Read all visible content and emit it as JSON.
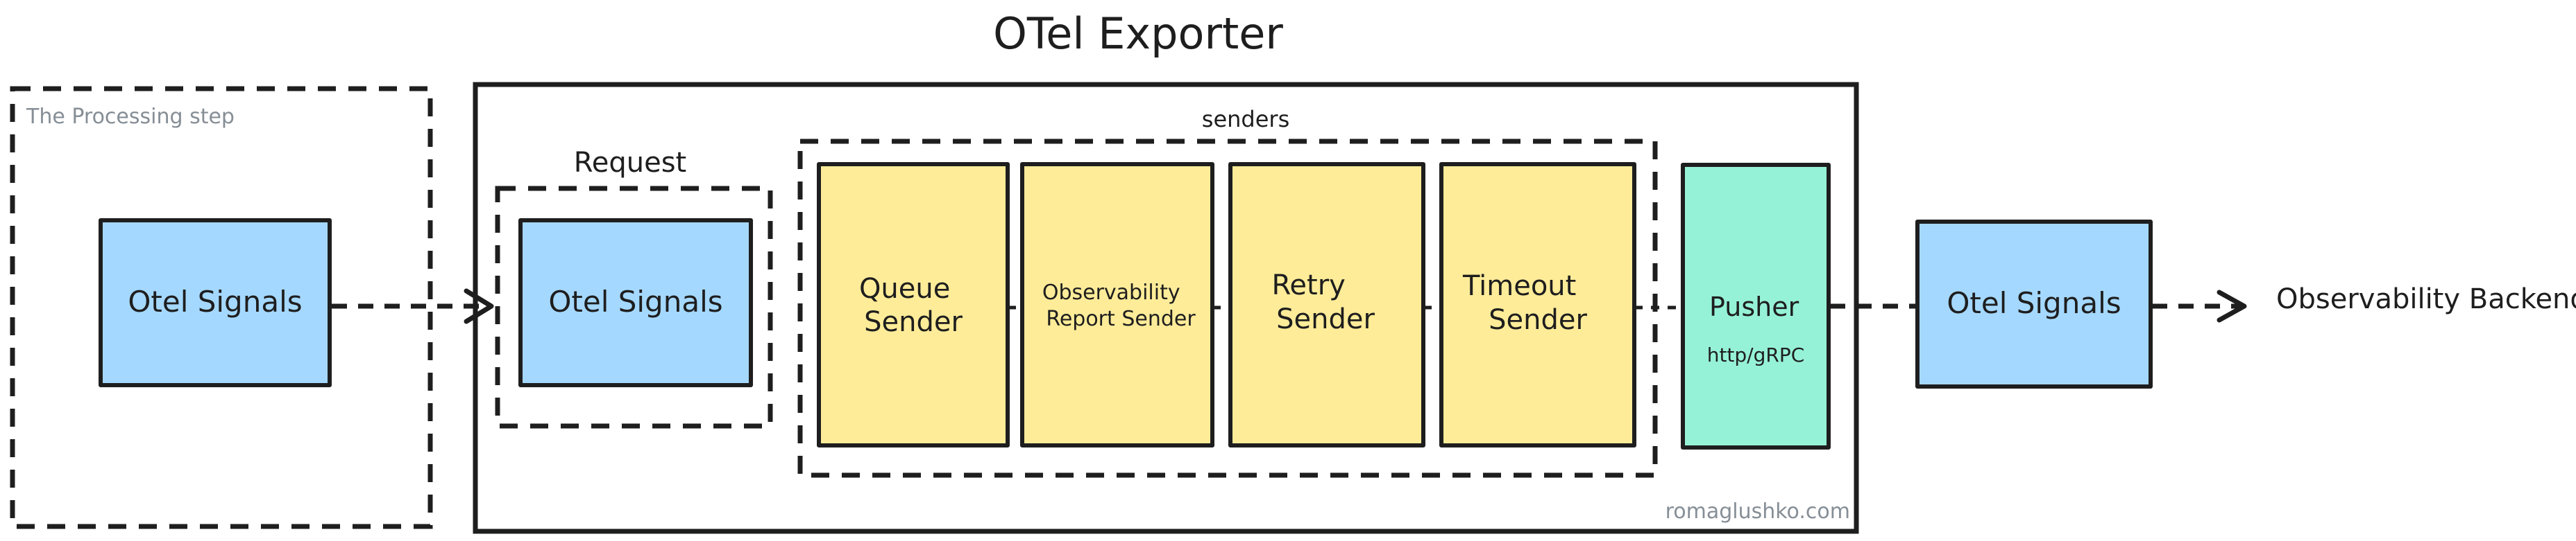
{
  "title": "OTel Exporter",
  "processing_step": {
    "label": "The Processing step",
    "signals_label": "Otel Signals"
  },
  "exporter": {
    "request": {
      "label": "Request",
      "signals_label": "Otel Signals"
    },
    "senders": {
      "label": "senders",
      "items": [
        {
          "line1": "Queue",
          "line2": "Sender"
        },
        {
          "line1": "Observability",
          "line2": "Report Sender"
        },
        {
          "line1": "Retry",
          "line2": "Sender"
        },
        {
          "line1": "Timeout",
          "line2": "Sender"
        }
      ]
    },
    "pusher": {
      "label": "Pusher",
      "protocol": "http/gRPC"
    },
    "watermark": "romaglushko.com"
  },
  "output_signals_label": "Otel Signals",
  "backend_label": "Observability Backend",
  "colors": {
    "signals_fill": "#a5d8ff",
    "sender_fill": "#ffec99",
    "pusher_fill": "#96f2d7",
    "stroke": "#1e1e1e",
    "muted_text": "#868e96"
  }
}
